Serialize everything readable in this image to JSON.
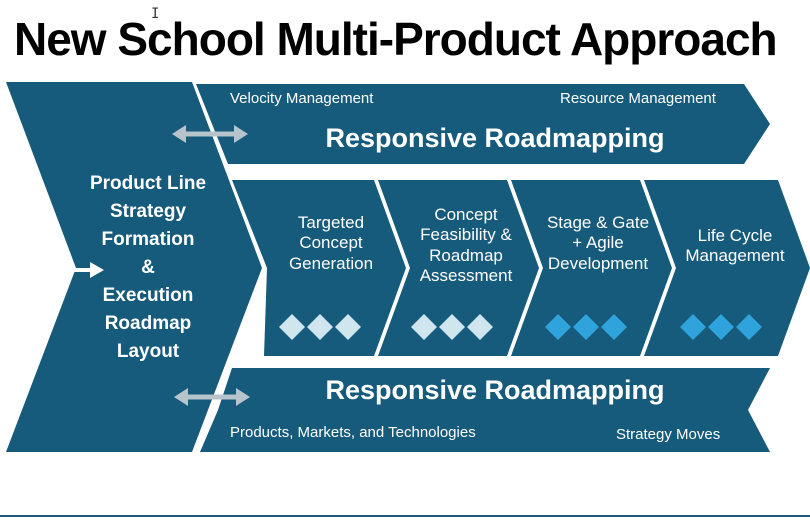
{
  "title": "New School Multi-Product Approach",
  "colors": {
    "primary": "#165a7c",
    "arrow": "#b8c4cc",
    "diamond_light": "#cfe6ee",
    "diamond_blue": "#2fa3dc"
  },
  "left_block": {
    "lines": [
      "Product Line",
      "Strategy",
      "Formation",
      "&",
      "Execution",
      "Roadmap",
      "Layout"
    ]
  },
  "top_band": {
    "left_label": "Velocity Management",
    "right_label": "Resource Management",
    "title": "Responsive Roadmapping"
  },
  "bottom_band": {
    "left_label": "Products, Markets, and Technologies",
    "right_label": "Strategy Moves",
    "title": "Responsive Roadmapping"
  },
  "phases": [
    {
      "lines": [
        "Targeted",
        "Concept",
        "Generation"
      ],
      "diamond_style": "light"
    },
    {
      "lines": [
        "Concept",
        "Feasibility &",
        "Roadmap",
        "Assessment"
      ],
      "diamond_style": "light"
    },
    {
      "lines": [
        "Stage & Gate",
        "+ Agile",
        "Development"
      ],
      "diamond_style": "blue"
    },
    {
      "lines": [
        "Life Cycle",
        "Management"
      ],
      "diamond_style": "blue"
    }
  ]
}
